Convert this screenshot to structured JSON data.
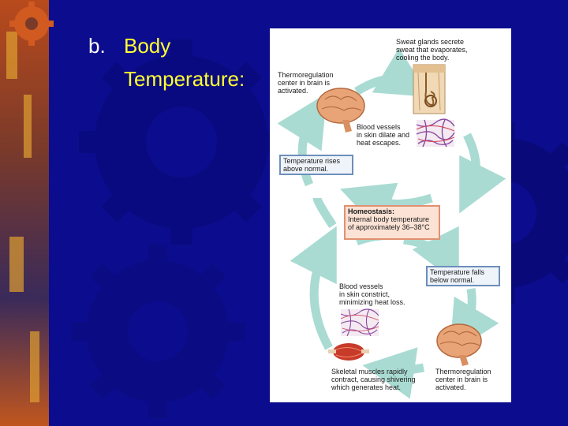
{
  "slide": {
    "heading_number": "b.",
    "heading_line1": "Body",
    "heading_line2": "Temperature:"
  },
  "diagram": {
    "labels": {
      "sweat_glands": "Sweat glands secrete\nsweat that evaporates,\ncooling the body.",
      "thermo_top": "Thermoregulation\ncenter in brain is\nactivated.",
      "vessels_dilate": "Blood vessels\nin skin dilate and\nheat escapes.",
      "temp_rises": "Temperature rises\nabove normal.",
      "homeostasis_title": "Homeostasis:",
      "homeostasis_text": "Internal body temperature\nof approximately 36–38°C",
      "temp_falls": "Temperature falls\nbelow normal.",
      "vessels_constrict": "Blood vessels\nin skin constrict,\nminimizing heat loss.",
      "skeletal_muscles": "Skeletal muscles rapidly\ncontract, causing shivering\nwhich generates heat.",
      "thermo_bottom": "Thermoregulation\ncenter in brain is\nactivated."
    }
  },
  "colors": {
    "background": "#0c0c8e",
    "heading_text": "#ffff33",
    "heading_number": "#ffffff",
    "arrow": "#a9dbd3",
    "homeostasis_box": "#fbe2d5"
  }
}
